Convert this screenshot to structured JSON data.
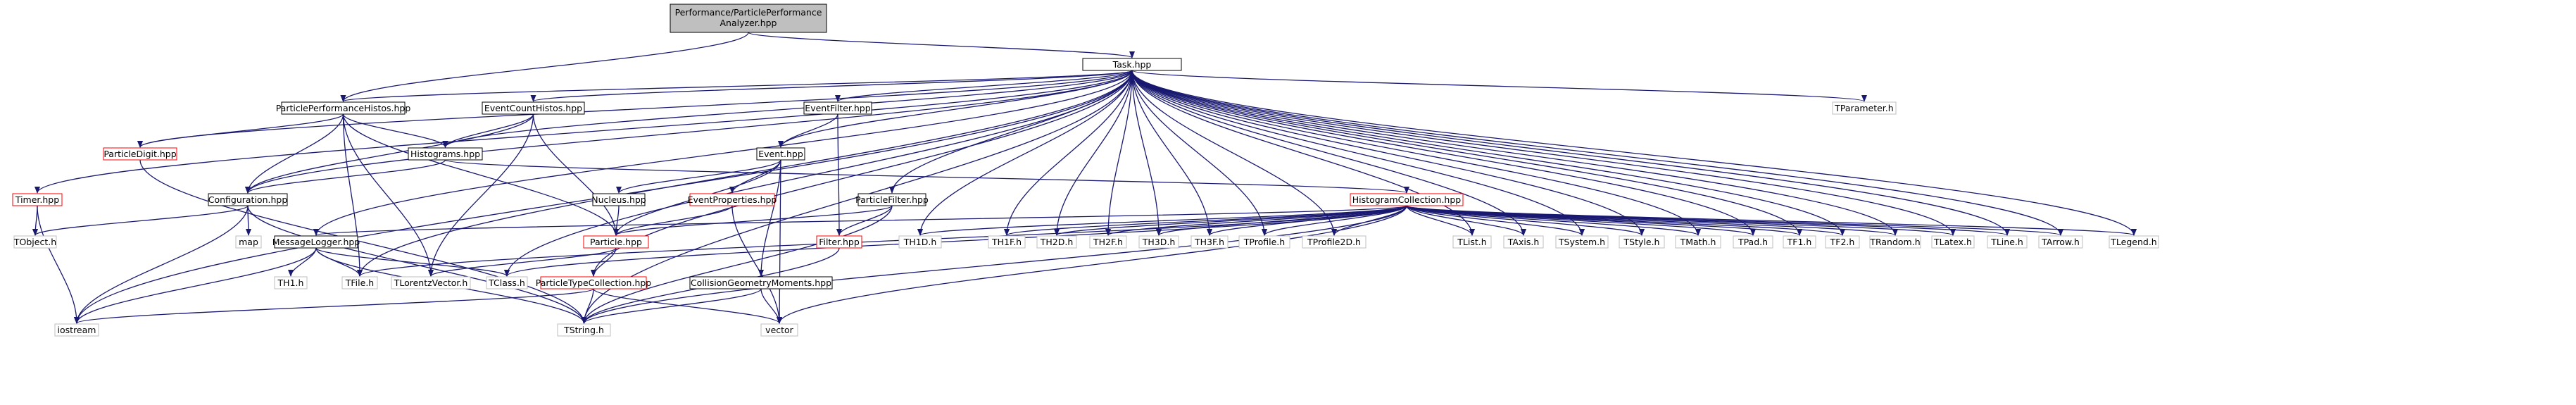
{
  "colors": {
    "edge": "#191970",
    "border_default": "#000000",
    "border_red": "#ff0000",
    "border_grey": "#bfbfbf",
    "fill_root": "#bfbfbf",
    "fill_default": "#ffffff"
  },
  "nodes": {
    "root": {
      "line1": "Performance/ParticlePerformance",
      "line2": "Analyzer.hpp"
    },
    "task": "Task.hpp",
    "pphistos": "ParticlePerformanceHistos.hpp",
    "echistos": "EventCountHistos.hpp",
    "eventfilter": "EventFilter.hpp",
    "tparameter": "TParameter.h",
    "timer": "Timer.hpp",
    "particledigit": "ParticleDigit.hpp",
    "histograms": "Histograms.hpp",
    "event": "Event.hpp",
    "configuration": "Configuration.hpp",
    "nucleus": "Nucleus.hpp",
    "eventprops": "EventProperties.hpp",
    "particlefilter": "ParticleFilter.hpp",
    "histcoll": "HistogramCollection.hpp",
    "tobject": "TObject.h",
    "map": "map",
    "msglogger": "MessageLogger.hpp",
    "particle": "Particle.hpp",
    "filter": "Filter.hpp",
    "th1d": "TH1D.h",
    "th1f": "TH1F.h",
    "th2d": "TH2D.h",
    "th2f": "TH2F.h",
    "th3d": "TH3D.h",
    "th3f": "TH3F.h",
    "tprofile": "TProfile.h",
    "tprofile2d": "TProfile2D.h",
    "tlist": "TList.h",
    "taxis": "TAxis.h",
    "tsystem": "TSystem.h",
    "tstyle": "TStyle.h",
    "tmath": "TMath.h",
    "tpad": "TPad.h",
    "tf1": "TF1.h",
    "tf2": "TF2.h",
    "trandom": "TRandom.h",
    "tlatex": "TLatex.h",
    "tline": "TLine.h",
    "tarrow": "TArrow.h",
    "tlegend": "TLegend.h",
    "th1": "TH1.h",
    "tfile": "TFile.h",
    "tlorentz": "TLorentzVector.h",
    "tclass": "TClass.h",
    "ptc": "ParticleTypeCollection.hpp",
    "cgm": "CollisionGeometryMoments.hpp",
    "iostream": "iostream",
    "tstring": "TString.h",
    "vector": "vector"
  }
}
